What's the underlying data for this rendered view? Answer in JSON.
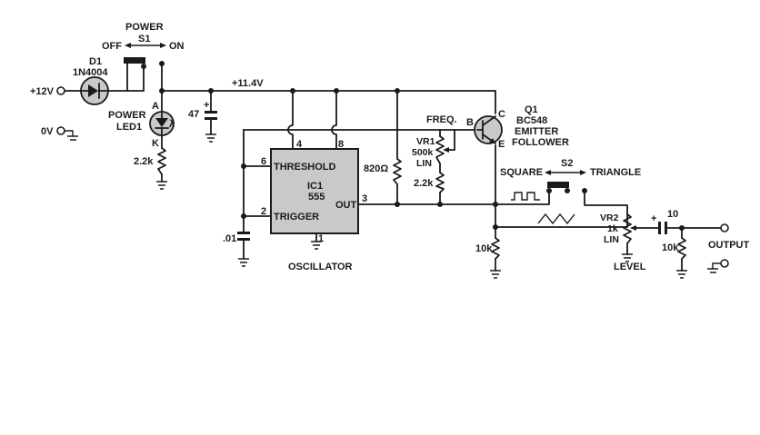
{
  "labels": {
    "power_title": "POWER",
    "s1": "S1",
    "off": "OFF",
    "on": "ON",
    "d1": "D1",
    "d1_part": "1N4004",
    "plus12v": "+12V",
    "zero_v": "0V",
    "rail_voltage": "+11.4V",
    "led_power": "POWER",
    "led_name": "LED1",
    "led_a": "A",
    "led_k": "K",
    "led_lambda": "λ",
    "r_led": "2.2k",
    "cap47": "47",
    "cap47_plus": "+",
    "ic_pin4": "4",
    "ic_pin8": "8",
    "ic_pin6": "6",
    "ic_pin2": "2",
    "ic_pin3": "3",
    "ic_pin1": "1",
    "ic_threshold": "THRESHOLD",
    "ic_trigger": "TRIGGER",
    "ic_name": "IC1",
    "ic_part": "555",
    "ic_out": "OUT",
    "oscillator": "OSCILLATOR",
    "cap01": ".01",
    "r820": "820Ω",
    "freq": "FREQ.",
    "vr1": "VR1",
    "vr1_val": "500k",
    "vr1_type": "LIN",
    "r_vr1": "2.2k",
    "q1": "Q1",
    "q1_part": "BC548",
    "q1_role1": "EMITTER",
    "q1_role2": "FOLLOWER",
    "q_b": "B",
    "q_c": "C",
    "q_e": "E",
    "r_emitter": "10k",
    "square": "SQUARE",
    "s2": "S2",
    "triangle": "TRIANGLE",
    "vr2": "VR2",
    "vr2_val": "1k",
    "vr2_type": "LIN",
    "level": "LEVEL",
    "cap10": "10",
    "cap10_plus": "+",
    "r_out": "10k",
    "output": "OUTPUT"
  },
  "colors": {
    "ink": "#1a1a1a",
    "component_fill": "#c9c9c9",
    "background": "#ffffff"
  }
}
